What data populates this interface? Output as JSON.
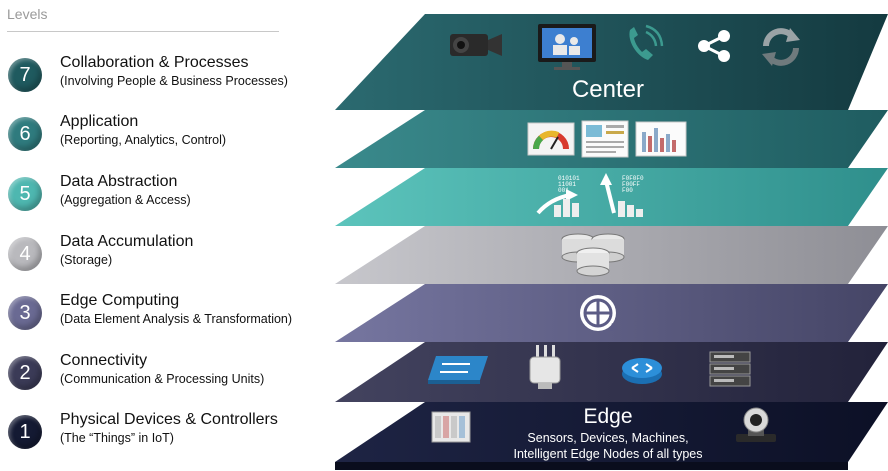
{
  "levels_title": "Levels",
  "levels": [
    {
      "number": "7",
      "name": "Collaboration & Processes",
      "desc": "(Involving People & Business Processes)",
      "color": "#1f5a5f"
    },
    {
      "number": "6",
      "name": "Application",
      "desc": "(Reporting, Analytics, Control)",
      "color": "#2f7b7e"
    },
    {
      "number": "5",
      "name": "Data Abstraction",
      "desc": "(Aggregation & Access)",
      "color": "#4eb7b0"
    },
    {
      "number": "4",
      "name": "Data Accumulation",
      "desc": "(Storage)",
      "color": "#b9b9bd"
    },
    {
      "number": "3",
      "name": "Edge Computing",
      "desc": "(Data Element Analysis & Transformation)",
      "color": "#6a6a93"
    },
    {
      "number": "2",
      "name": "Connectivity",
      "desc": "(Communication & Processing Units)",
      "color": "#3b3b57"
    },
    {
      "number": "1",
      "name": "Physical Devices & Controllers",
      "desc": "(The “Things” in IoT)",
      "color": "#141a33"
    }
  ],
  "stack": {
    "center_label": "Center",
    "edge_label": "Edge",
    "edge_sub_1": "Sensors, Devices, Machines,",
    "edge_sub_2": "Intelligent Edge Nodes of all types",
    "data_bits_left": [
      "010101",
      "11001",
      "001"
    ],
    "data_bits_right": [
      "F0F0F0",
      "F00FF",
      "F00"
    ],
    "layer_colors": [
      "#1f3a3f",
      "#2d7074",
      "#45a7a3",
      "#a7a7ad",
      "#5c5c85",
      "#2f2f4a",
      "#151a33"
    ],
    "icons": [
      "video-camera-icon",
      "telepresence-icon",
      "phone-icon",
      "share-icon",
      "sync-icon",
      "gauge-icon",
      "report-icon",
      "bar-chart-icon",
      "data-up-left-icon",
      "data-up-right-icon",
      "database-icon",
      "globe-network-icon",
      "switch-icon",
      "access-point-icon",
      "router-icon",
      "server-icon",
      "controller-icon",
      "camera-icon"
    ]
  }
}
